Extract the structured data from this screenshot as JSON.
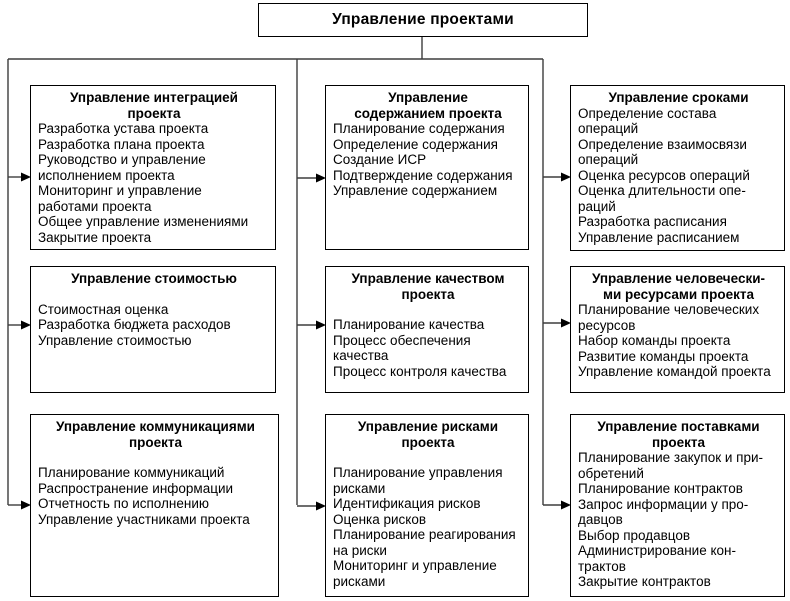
{
  "root": {
    "title": "Управление проектами"
  },
  "colors": {
    "background": "#ffffff",
    "border": "#000000",
    "connector": "#3d3d3d",
    "text": "#000000"
  },
  "boxes": [
    {
      "id": "integration",
      "title": "Управление интеграцией\nпроекта",
      "items": [
        "Разработка устава проекта",
        "Разработка плана проекта",
        "Руководство и управление\nисполнением проекта",
        "Мониторинг и управление\nработами проекта",
        "Общее управление изменениями",
        "Закрытие проекта"
      ]
    },
    {
      "id": "scope",
      "title": "Управление\nсодержанием проекта",
      "items": [
        "Планирование содержания",
        "Определение содержания",
        "Создание ИСР",
        "Подтверждение содержания",
        "Управление содержанием"
      ]
    },
    {
      "id": "time",
      "title": "Управление сроками",
      "items": [
        "Определение состава\nопераций",
        "Определение взаимосвязи\nопераций",
        "Оценка ресурсов операций",
        "Оценка длительности опе-\nраций",
        "Разработка расписания",
        "Управление расписанием"
      ]
    },
    {
      "id": "cost",
      "title": "Управление стоимостью",
      "items": [
        "Стоимостная оценка",
        "Разработка бюджета расходов",
        "Управление стоимостью"
      ]
    },
    {
      "id": "quality",
      "title": "Управление качеством\nпроекта",
      "items": [
        "Планирование качества",
        "Процесс обеспечения\nкачества",
        "Процесс контроля качества"
      ]
    },
    {
      "id": "human-resources",
      "title": "Управление человечески-\nми ресурсами проекта",
      "items": [
        "Планирование человеческих\nресурсов",
        "Набор команды проекта",
        "Развитие команды проекта",
        "Управление командой проекта"
      ]
    },
    {
      "id": "communications",
      "title": "Управление коммуникациями\nпроекта",
      "items": [
        "Планирование коммуникаций",
        "Распространение информации",
        "Отчетность по исполнению",
        "Управление участниками проекта"
      ]
    },
    {
      "id": "risk",
      "title": "Управление рисками\nпроекта",
      "items": [
        "Планирование управления\nрисками",
        "Идентификация рисков",
        "Оценка рисков",
        "Планирование реагирования\nна риски",
        "Мониторинг и управление\nрисками"
      ]
    },
    {
      "id": "procurement",
      "title": "Управление поставками\nпроекта",
      "items": [
        "Планирование закупок и при-\nобретений",
        "Планирование контрактов",
        "Запрос информации у про-\nдавцов",
        "Выбор продавцов",
        "Администрирование кон-\nтрактов",
        "Закрытие контрактов"
      ]
    }
  ]
}
